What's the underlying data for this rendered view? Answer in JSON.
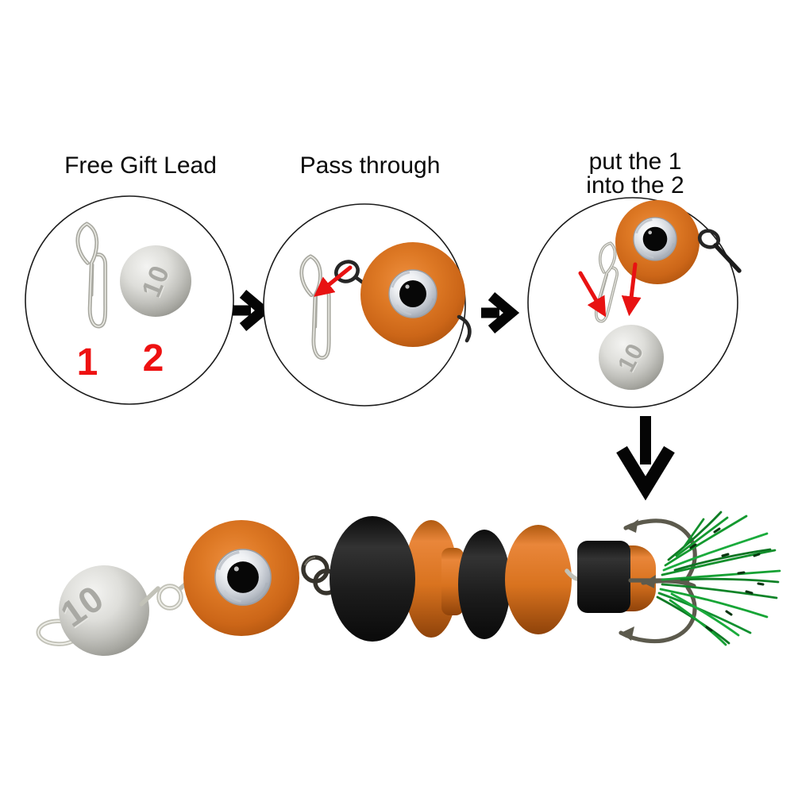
{
  "colors": {
    "background": "#ffffff",
    "accent_orange": "#d9731f",
    "foam_black": "#1a1a1a",
    "arrow_red": "#e81212",
    "label_red": "#ee1111",
    "metal_silver": "#c2c2b8",
    "tinsel_green": "#14992f",
    "text_black": "#0a0a0a"
  },
  "steps": [
    {
      "title": "Free Gift Lead",
      "clip_label": "1",
      "ball_label": "2",
      "ball_marking": "10"
    },
    {
      "title": "Pass through"
    },
    {
      "title_line1": "put the 1",
      "title_line2": "into the 2",
      "ball_marking": "10"
    }
  ],
  "assembled": {
    "ball_marking": "10"
  },
  "icons": {
    "step_arrow": "right-chevron-arrow",
    "flow_arrow": "down-chevron-arrow",
    "insert_arrow": "red-insert-arrow",
    "clip": "snap-clip",
    "ball": "lead-ball",
    "eye": "lure-eye",
    "hook": "treble-hook",
    "tinsel": "tinsel-skirt"
  }
}
